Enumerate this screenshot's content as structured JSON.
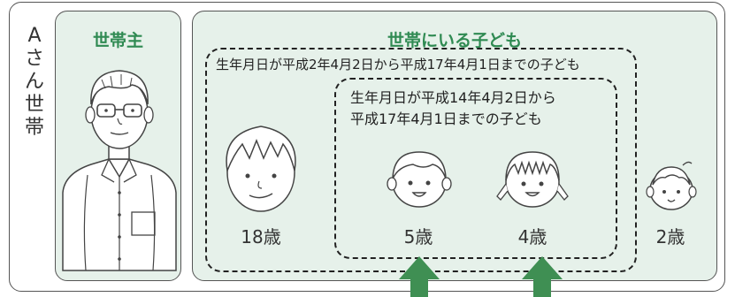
{
  "household_label": [
    "A",
    "さ",
    "ん",
    "世",
    "帯"
  ],
  "head_panel": {
    "title": "世帯主"
  },
  "children_panel": {
    "title": "世帯にいる子ども"
  },
  "outer_group": {
    "caption": "生年月日が平成2年4月2日から平成17年4月1日までの子ども"
  },
  "inner_group": {
    "caption_line1": "生年月日が平成14年4月2日から",
    "caption_line2": "平成17年4月1日までの子ども"
  },
  "children": [
    {
      "age": "18歳"
    },
    {
      "age": "5歳"
    },
    {
      "age": "4歳"
    },
    {
      "age": "2歳"
    }
  ],
  "colors": {
    "panel_fill": "#e6f1ea",
    "title_green": "#2f8a52",
    "arrow_green": "#3f8f53"
  }
}
